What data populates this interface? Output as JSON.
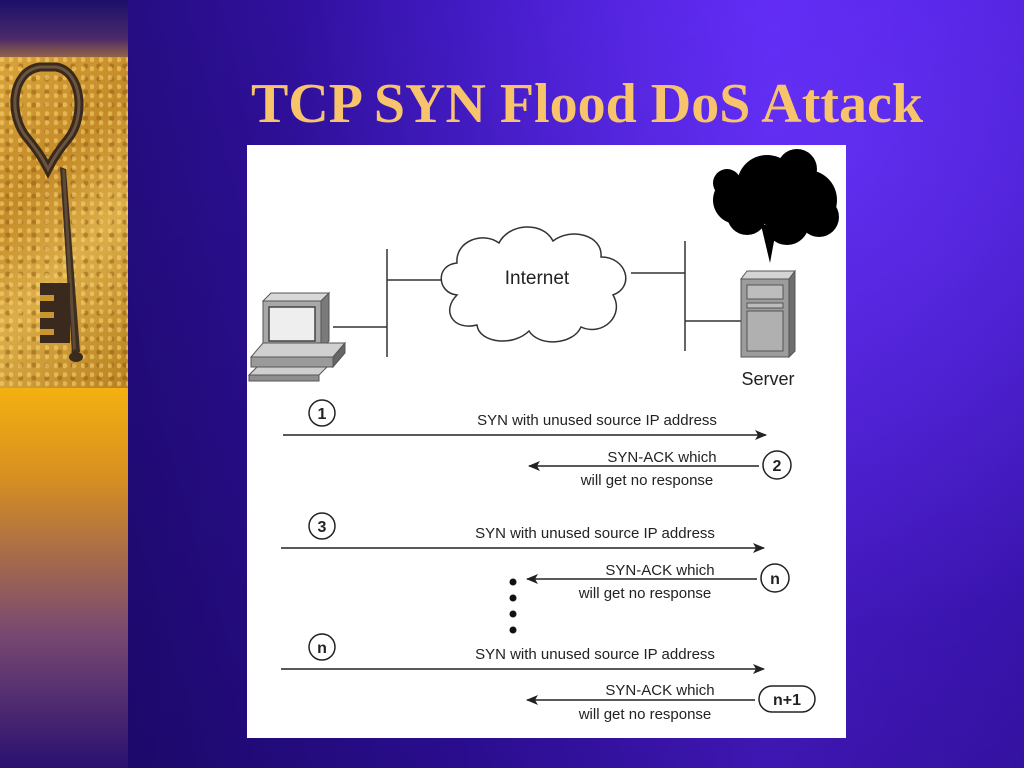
{
  "slide": {
    "title": "TCP SYN Flood DoS Attack",
    "colors": {
      "title": "#f7c46c",
      "background": "#3a14b8",
      "left_band": "#f5b210",
      "diagram_bg": "#ffffff"
    },
    "decoration_icon": "old-iron-key-icon"
  },
  "diagram": {
    "internet_label": "Internet",
    "server_label": "Server",
    "steps": [
      {
        "badge": "1",
        "direction": "to-server",
        "lines": [
          "SYN with unused source IP address"
        ]
      },
      {
        "badge": "2",
        "direction": "to-client",
        "lines": [
          "SYN-ACK which",
          "will get no response"
        ]
      },
      {
        "badge": "3",
        "direction": "to-server",
        "lines": [
          "SYN with unused source IP address"
        ]
      },
      {
        "badge": "n",
        "direction": "to-client",
        "lines": [
          "SYN-ACK which",
          "will get no response"
        ]
      },
      {
        "badge": "n",
        "direction": "to-server",
        "lines": [
          "SYN with unused source IP address"
        ]
      },
      {
        "badge": "n+1",
        "direction": "to-client",
        "lines": [
          "SYN-ACK which",
          "will get no response"
        ]
      }
    ]
  }
}
